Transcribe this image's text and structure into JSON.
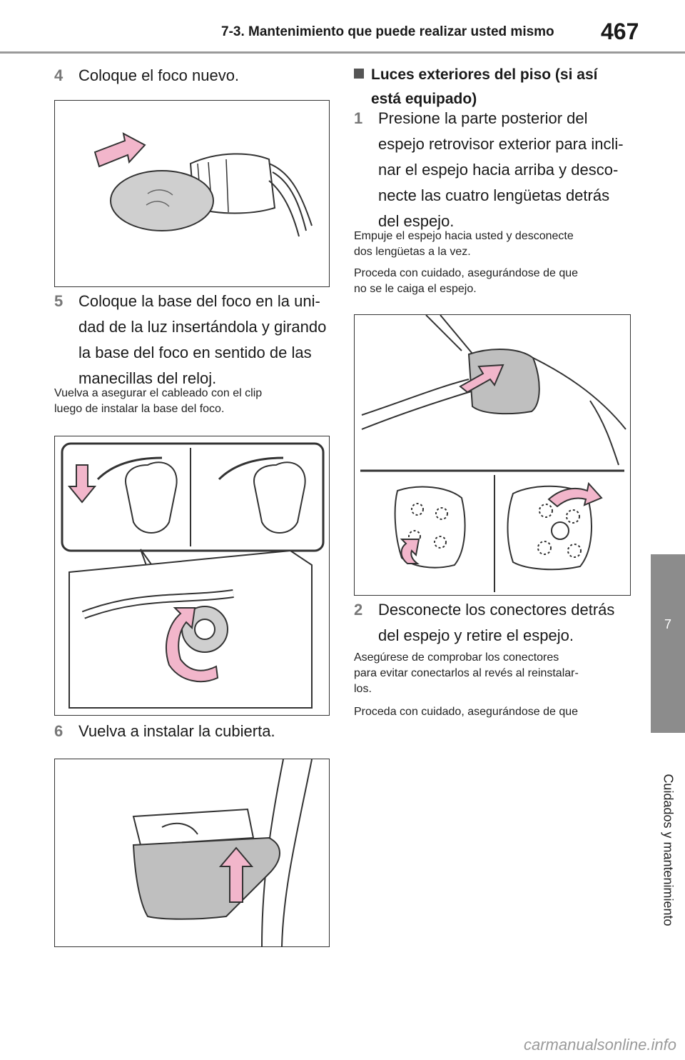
{
  "header": {
    "section_title": "7-3. Mantenimiento que puede realizar usted mismo",
    "page_number": "467"
  },
  "side_tab": {
    "number": "7",
    "label": "Cuidados y mantenimiento"
  },
  "left": {
    "step4": {
      "num": "4",
      "text": "Coloque el foco nuevo."
    },
    "step5": {
      "num": "5",
      "lines": [
        "Coloque la base del foco en la uni-",
        "dad de la luz insertándola y girando",
        "la base del foco en sentido de las",
        "manecillas del reloj."
      ]
    },
    "note5": [
      "Vuelva a asegurar el cableado con el clip",
      "luego de instalar la base del foco."
    ],
    "step6": {
      "num": "6",
      "text": "Vuelva a instalar la cubierta."
    }
  },
  "right": {
    "heading": [
      "Luces exteriores del piso (si así",
      "está equipado)"
    ],
    "step1": {
      "num": "1",
      "lines": [
        "Presione la parte posterior del",
        "espejo retrovisor exterior para incli-",
        "nar el espejo hacia arriba y desco-",
        "necte las cuatro lengüetas detrás",
        "del espejo."
      ]
    },
    "note1a": [
      "Empuje el espejo hacia usted y desconecte",
      "dos lengüetas a la vez."
    ],
    "note1b": [
      "Proceda con cuidado, asegurándose de que",
      "no se le caiga el espejo."
    ],
    "step2": {
      "num": "2",
      "lines": [
        "Desconecte los conectores detrás",
        "del espejo y retire el espejo."
      ]
    },
    "note2a": [
      "Asegúrese de comprobar los conectores",
      "para evitar conectarlos al revés al reinstalar-",
      "los."
    ],
    "note2b": [
      "Proceda con cuidado, asegurándose de que"
    ]
  },
  "watermark": "carmanualsonline.info",
  "colors": {
    "arrow_fill": "#f2b6cb",
    "arrow_stroke": "#333333",
    "tab_gray": "#8c8c8c"
  }
}
